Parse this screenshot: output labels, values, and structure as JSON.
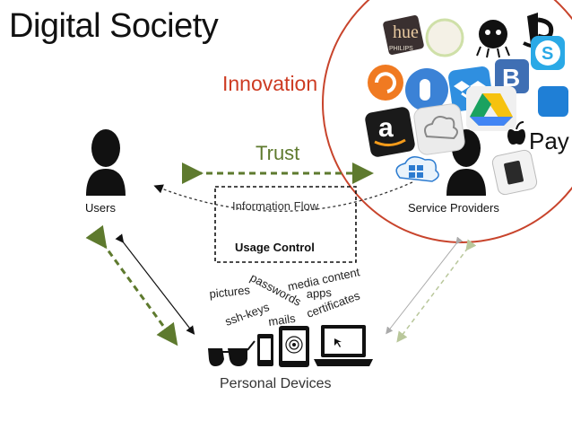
{
  "title": "Digital Society",
  "innovation": "Innovation",
  "trust": "Trust",
  "users": "Users",
  "service_providers": "Service Providers",
  "information_flow": "Information Flow",
  "usage_control": "Usage Control",
  "personal_devices": "Personal Devices",
  "data_words": {
    "pictures": "pictures",
    "ssh_keys": "ssh-keys",
    "passwords": "passwords",
    "mails": "mails",
    "media_content": "media content",
    "apps": "apps",
    "certificates": "certificates"
  },
  "apple_pay_text": "Pay",
  "hue_text": "hue",
  "philips_text": "PHILIPS",
  "colors": {
    "innovation_red": "#cd3b22",
    "trust_green": "#5e7a2e",
    "circle_red": "#c8442c"
  }
}
